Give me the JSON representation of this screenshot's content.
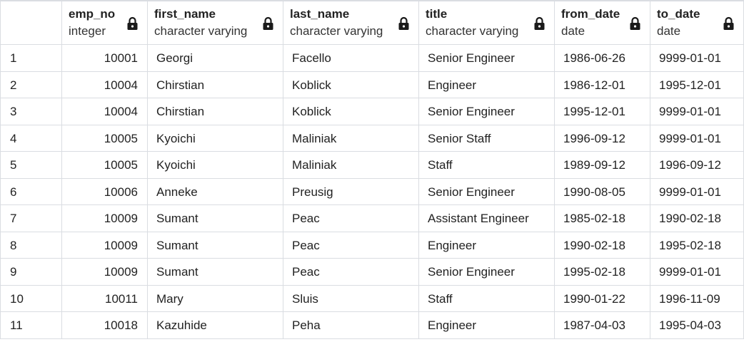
{
  "columns": [
    {
      "name": "emp_no",
      "type": "integer"
    },
    {
      "name": "first_name",
      "type": "character varying"
    },
    {
      "name": "last_name",
      "type": "character varying"
    },
    {
      "name": "title",
      "type": "character varying"
    },
    {
      "name": "from_date",
      "type": "date"
    },
    {
      "name": "to_date",
      "type": "date"
    }
  ],
  "rows": [
    {
      "n": "1",
      "emp_no": "10001",
      "first_name": "Georgi",
      "last_name": "Facello",
      "title": "Senior Engineer",
      "from_date": "1986-06-26",
      "to_date": "9999-01-01"
    },
    {
      "n": "2",
      "emp_no": "10004",
      "first_name": "Chirstian",
      "last_name": "Koblick",
      "title": "Engineer",
      "from_date": "1986-12-01",
      "to_date": "1995-12-01"
    },
    {
      "n": "3",
      "emp_no": "10004",
      "first_name": "Chirstian",
      "last_name": "Koblick",
      "title": "Senior Engineer",
      "from_date": "1995-12-01",
      "to_date": "9999-01-01"
    },
    {
      "n": "4",
      "emp_no": "10005",
      "first_name": "Kyoichi",
      "last_name": "Maliniak",
      "title": "Senior Staff",
      "from_date": "1996-09-12",
      "to_date": "9999-01-01"
    },
    {
      "n": "5",
      "emp_no": "10005",
      "first_name": "Kyoichi",
      "last_name": "Maliniak",
      "title": "Staff",
      "from_date": "1989-09-12",
      "to_date": "1996-09-12"
    },
    {
      "n": "6",
      "emp_no": "10006",
      "first_name": "Anneke",
      "last_name": "Preusig",
      "title": "Senior Engineer",
      "from_date": "1990-08-05",
      "to_date": "9999-01-01"
    },
    {
      "n": "7",
      "emp_no": "10009",
      "first_name": "Sumant",
      "last_name": "Peac",
      "title": "Assistant Engineer",
      "from_date": "1985-02-18",
      "to_date": "1990-02-18"
    },
    {
      "n": "8",
      "emp_no": "10009",
      "first_name": "Sumant",
      "last_name": "Peac",
      "title": "Engineer",
      "from_date": "1990-02-18",
      "to_date": "1995-02-18"
    },
    {
      "n": "9",
      "emp_no": "10009",
      "first_name": "Sumant",
      "last_name": "Peac",
      "title": "Senior Engineer",
      "from_date": "1995-02-18",
      "to_date": "9999-01-01"
    },
    {
      "n": "10",
      "emp_no": "10011",
      "first_name": "Mary",
      "last_name": "Sluis",
      "title": "Staff",
      "from_date": "1990-01-22",
      "to_date": "1996-11-09"
    },
    {
      "n": "11",
      "emp_no": "10018",
      "first_name": "Kazuhide",
      "last_name": "Peha",
      "title": "Engineer",
      "from_date": "1987-04-03",
      "to_date": "1995-04-03"
    }
  ]
}
